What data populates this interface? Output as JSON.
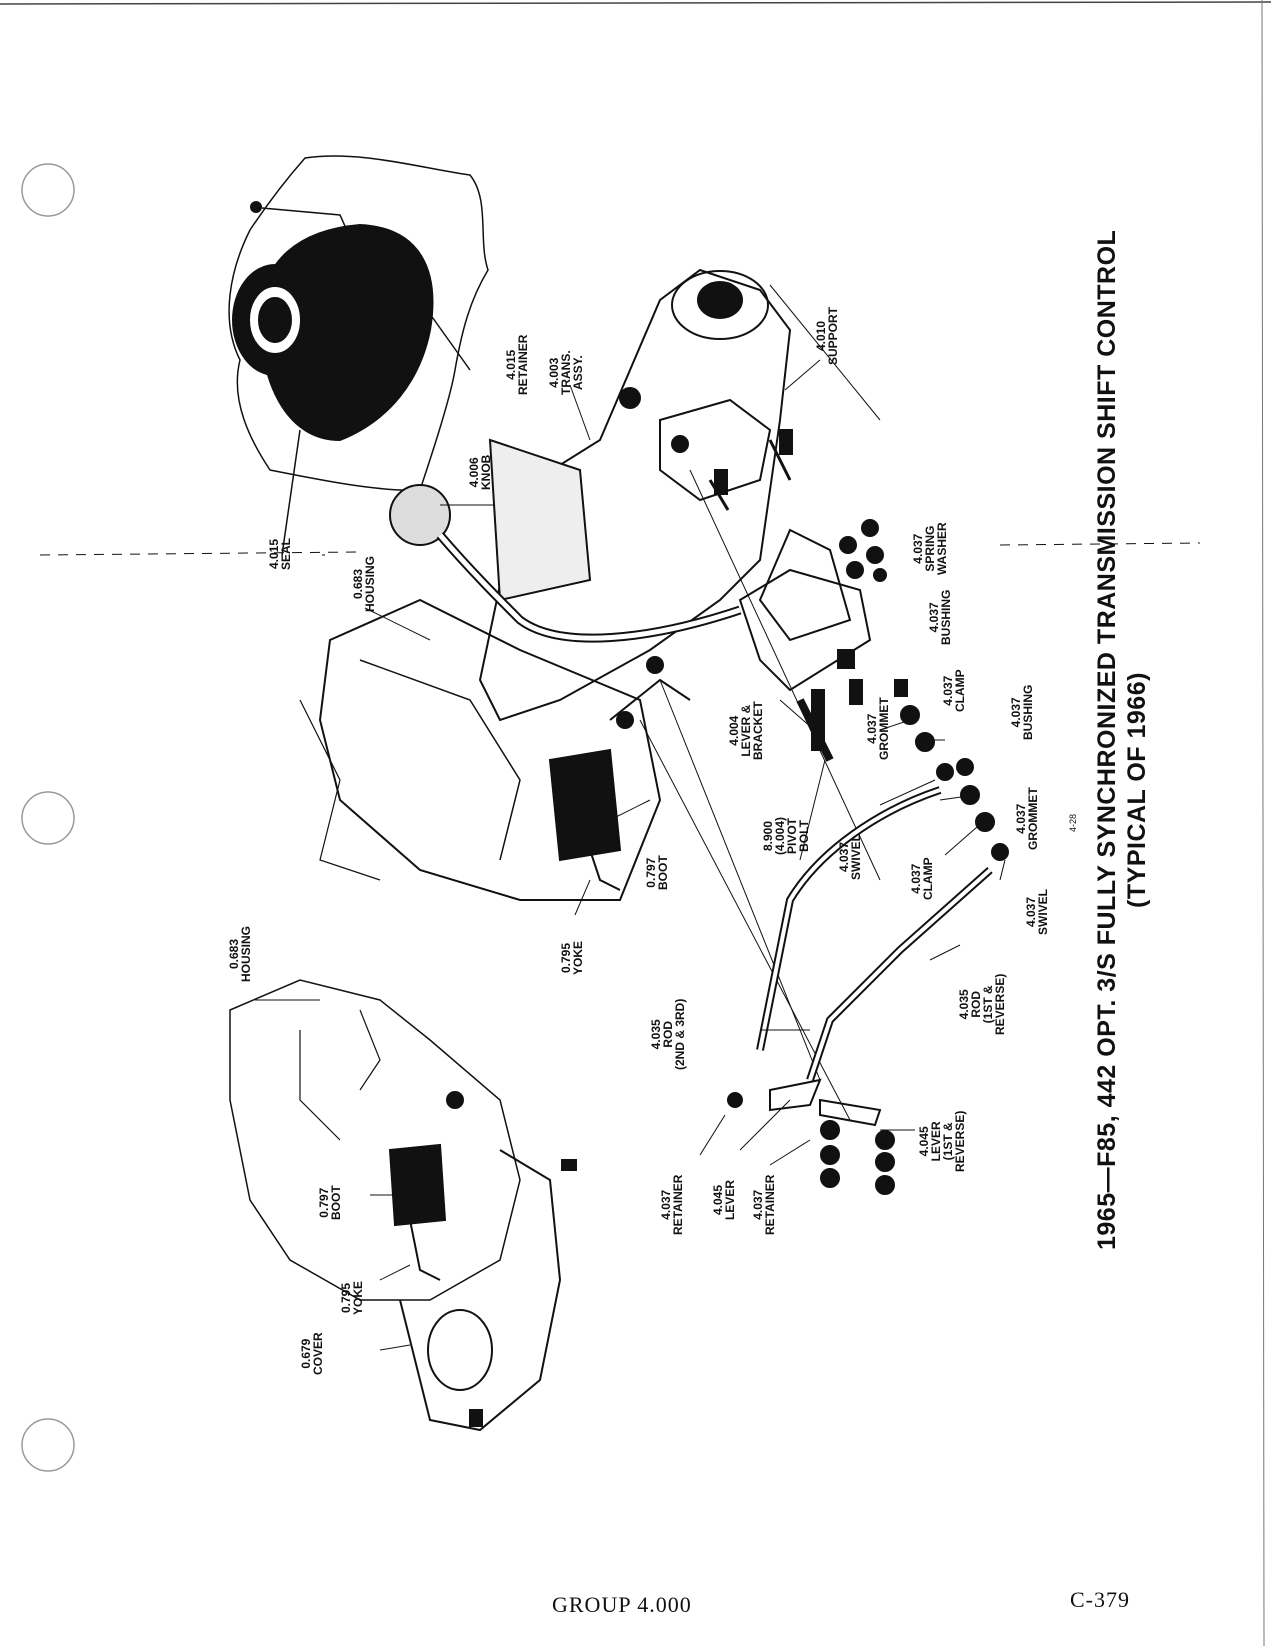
{
  "caption": {
    "line1": "1965—F85, 442 OPT. 3/S FULLY SYNCHRONIZED TRANSMISSION SHIFT CONTROL",
    "line2": "(TYPICAL OF 1966)"
  },
  "figure_number": "4-28",
  "footer": {
    "group": "GROUP 4.000",
    "page": "C-379"
  },
  "labels": {
    "retainer_top": [
      "4.015",
      "RETAINER"
    ],
    "seal": [
      "4.015",
      "SEAL"
    ],
    "trans_assy": [
      "4.003",
      "TRANS.",
      "ASSY."
    ],
    "support": [
      "4.010",
      "SUPPORT"
    ],
    "knob": [
      "4.006",
      "KNOB"
    ],
    "housing_top": [
      "0.683",
      "HOUSING"
    ],
    "spring_washer": [
      "4.037",
      "SPRING",
      "WASHER"
    ],
    "bushing_upper": [
      "4.037",
      "BUSHING"
    ],
    "clamp_upper": [
      "4.037",
      "CLAMP"
    ],
    "bushing_lower": [
      "4.037",
      "BUSHING"
    ],
    "grommet_upper": [
      "4.037",
      "GROMMET"
    ],
    "lever_bracket": [
      "4.004",
      "LEVER &",
      "BRACKET"
    ],
    "pivot_bolt": [
      "8.900",
      "(4.004)",
      "PIVOT",
      "BOLT"
    ],
    "swivel_upper": [
      "4.037",
      "SWIVEL"
    ],
    "grommet_lower": [
      "4.037",
      "GROMMET"
    ],
    "clamp_lower": [
      "4.037",
      "CLAMP"
    ],
    "swivel_lower": [
      "4.037",
      "SWIVEL"
    ],
    "boot_top": [
      "0.797",
      "BOOT"
    ],
    "yoke_top": [
      "0.795",
      "YOKE"
    ],
    "housing_bottom": [
      "0.683",
      "HOUSING"
    ],
    "rod_2nd_3rd": [
      "4.035",
      "ROD",
      "(2ND & 3RD)"
    ],
    "rod_1st_rev": [
      "4.035",
      "ROD",
      "(1ST &",
      "REVERSE)"
    ],
    "lever_1st_rev": [
      "4.045",
      "LEVER",
      "(1ST &",
      "REVERSE)"
    ],
    "retainer_left": [
      "4.037",
      "RETAINER"
    ],
    "lever_mid": [
      "4.045",
      "LEVER"
    ],
    "retainer_right": [
      "4.037",
      "RETAINER"
    ],
    "boot_bottom": [
      "0.797",
      "BOOT"
    ],
    "yoke_bottom": [
      "0.795",
      "YOKE"
    ],
    "cover": [
      "0.679",
      "COVER"
    ]
  }
}
